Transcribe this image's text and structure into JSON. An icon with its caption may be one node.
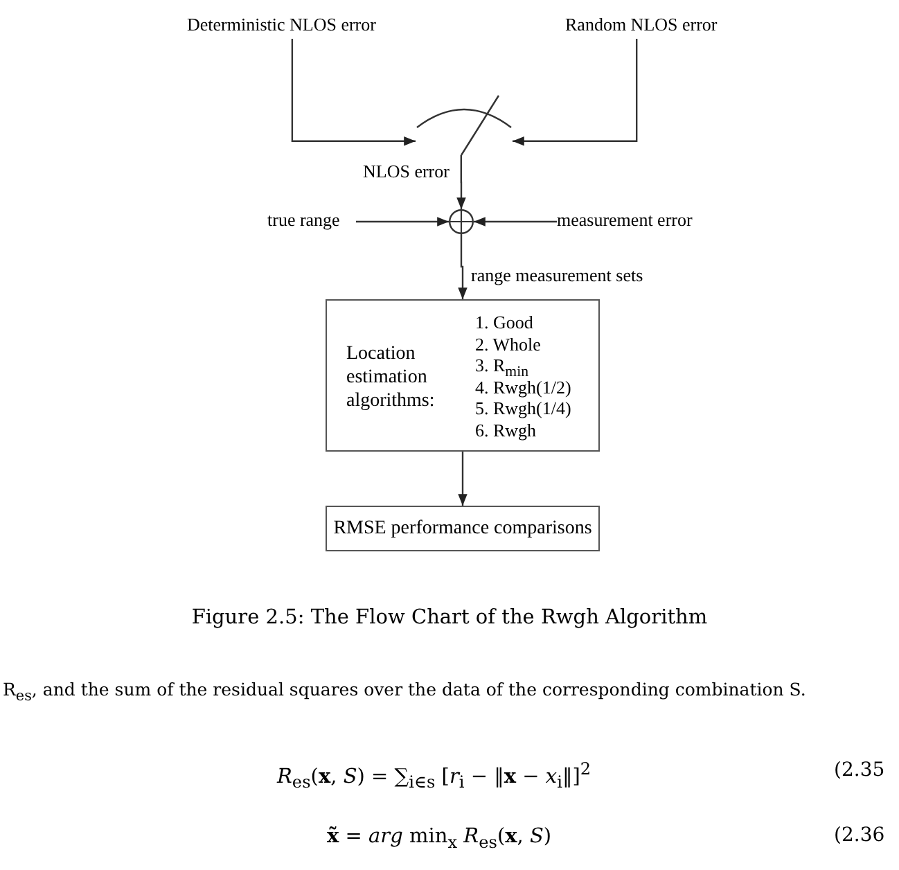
{
  "diagram": {
    "caption": "Figure 2.5: The Flow Chart of the Rwgh Algorithm",
    "nodes": [
      {
        "text": [
          "Deterministic NLOS error"
        ]
      },
      {
        "text": [
          "Random NLOS error"
        ]
      },
      {
        "text": [],
        "shape": "switch"
      },
      {
        "text": [],
        "shape": "circle"
      },
      {
        "text": [
          "true range"
        ]
      },
      {
        "text": [
          "measurement error"
        ]
      },
      {
        "text": [
          "Location estimation algorithms:",
          "1. Good",
          "2. Whole",
          "3. R$_{min}$",
          "4. Rwgh(1/2)",
          "5. Rwgh(1/4)",
          "6. Rwgh"
        ]
      },
      {
        "text": [
          "RMSE performance comparisons"
        ]
      }
    ],
    "edges": [
      {
        "from": 0,
        "to": 2,
        "arrow": "to"
      },
      {
        "from": 1,
        "to": 2,
        "arrow": "to"
      },
      {
        "from": 2,
        "to": 3,
        "arrow": "to",
        "label": "NLOS error"
      },
      {
        "from": 4,
        "to": 3,
        "arrow": "to"
      },
      {
        "from": 5,
        "to": 3,
        "arrow": "to"
      },
      {
        "from": 3,
        "to": 6,
        "arrow": "to",
        "label": "range measurement sets"
      },
      {
        "from": 6,
        "to": 7,
        "arrow": "to"
      }
    ],
    "labels": [
      "R$_{es}$, and the sum of the residual squares over the data of the corresponding combination S.",
      "*R*$_{es}$(**x**, *S*) = ∑$_{i∈s}$ [*r*$_{i}$ − ‖**x** − *x*$_{i}$‖]$^{2}$",
      "(2.35",
      "**x̃** = *arg*  min$_{x}$  *R*$_{es}$(**x**, *S*)",
      "(2.36"
    ]
  }
}
